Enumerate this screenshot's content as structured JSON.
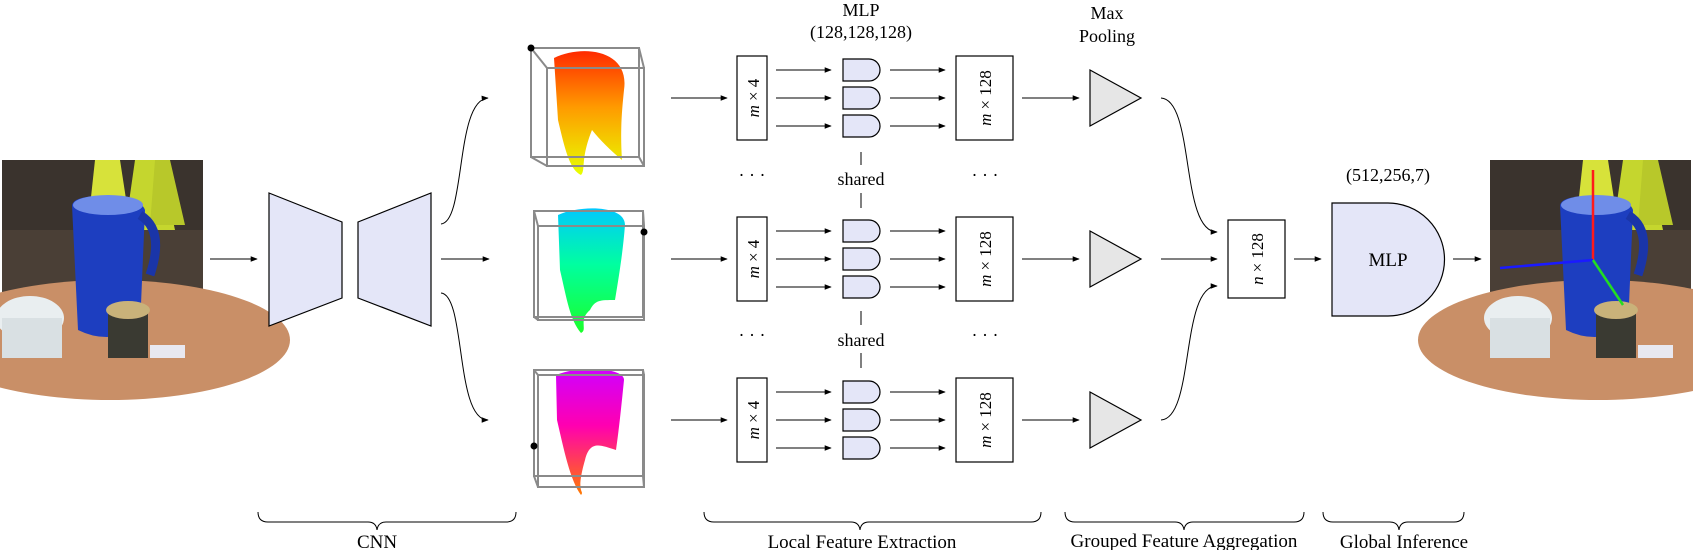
{
  "labels": {
    "mlp_top_title": "MLP",
    "mlp_top_dims": "(128,128,128)",
    "max_pooling_line1": "Max",
    "max_pooling_line2": "Pooling",
    "shared_1": "shared",
    "shared_2": "shared",
    "dots": "· · ·",
    "input_feat_var": "m",
    "input_feat_dim": "× 4",
    "local_feat_var": "m",
    "local_feat_dim": "× 128",
    "global_feat_var": "n",
    "global_feat_dim": "× 128",
    "final_mlp_dims": "(512,256,7)",
    "final_mlp_label": "MLP"
  },
  "brackets": {
    "cnn": "CNN",
    "local": "Local Feature Extraction",
    "grouped": "Grouped Feature Aggregation",
    "global": "Global Inference"
  },
  "colors": {
    "block_fill": "#e4e6f8",
    "pool_fill": "#e6e6e6",
    "stroke": "#000000",
    "cube_stroke": "#8a8a8a"
  }
}
